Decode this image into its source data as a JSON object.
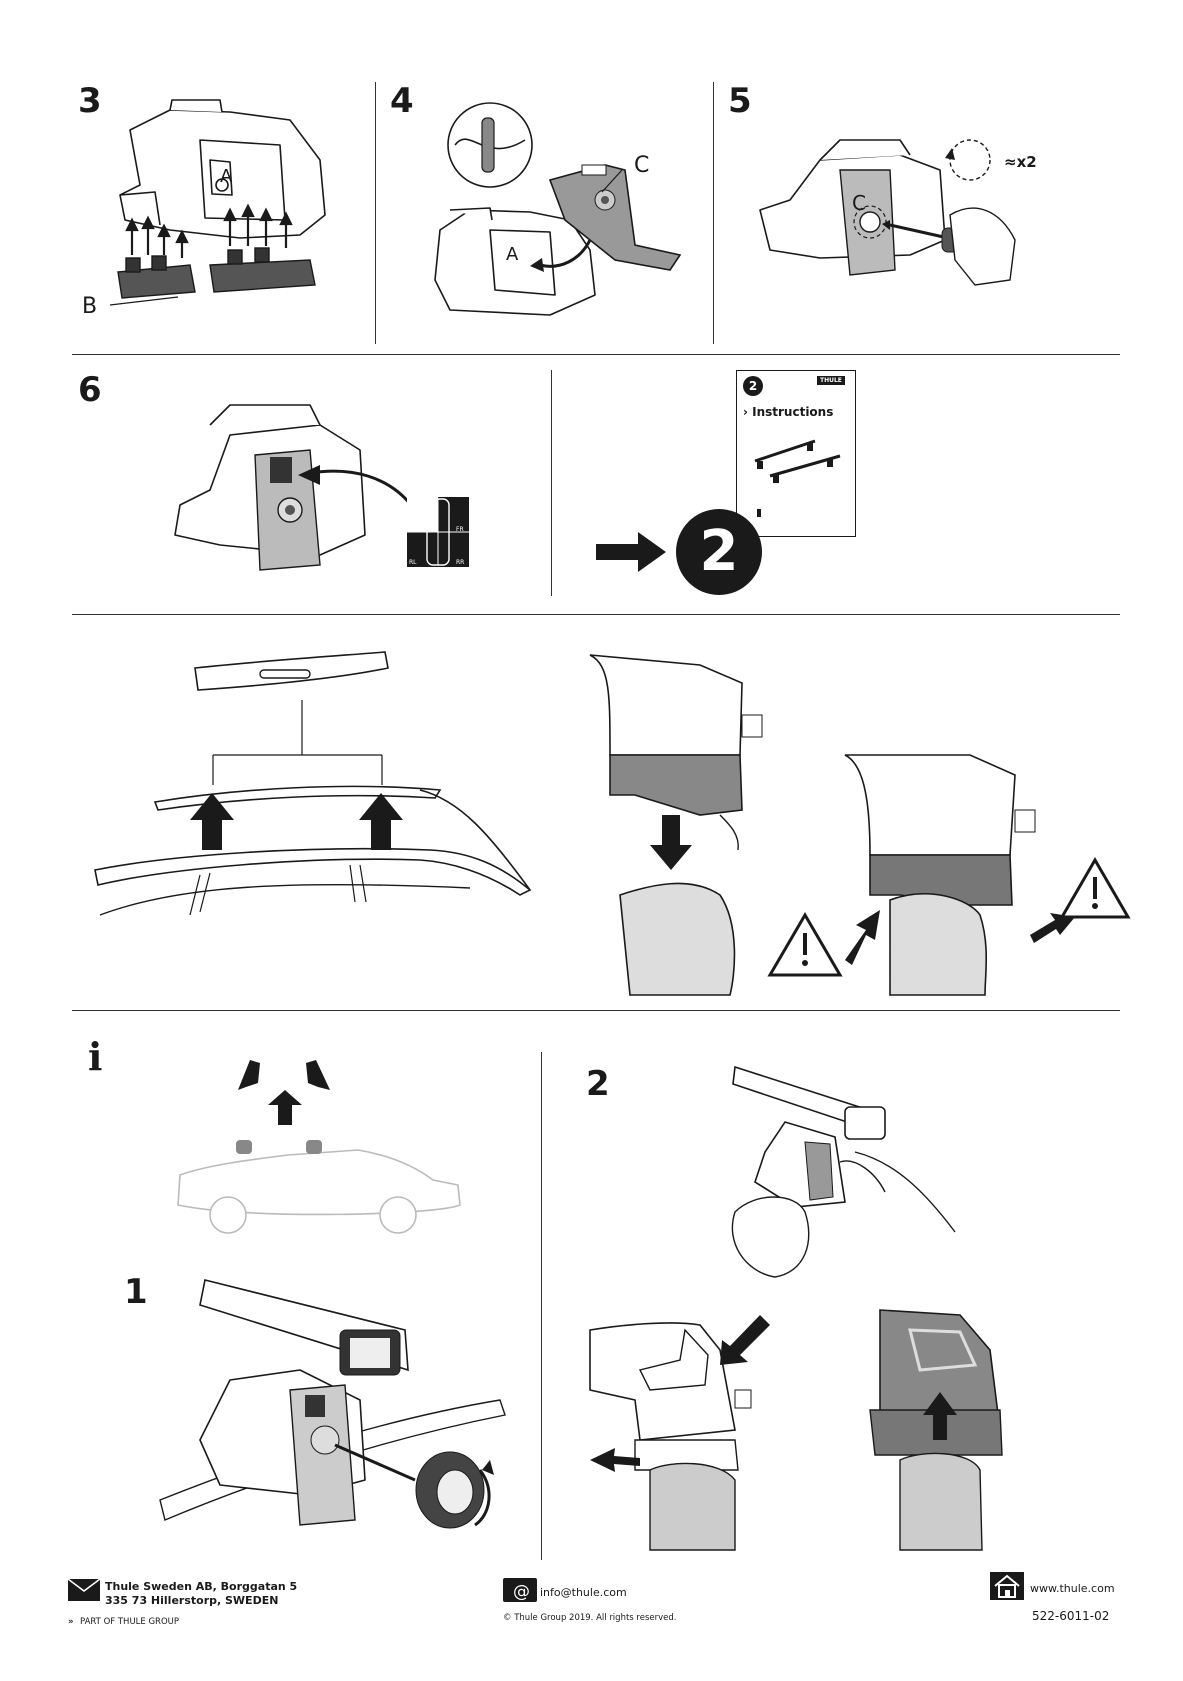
{
  "steps": {
    "s3": "3",
    "s4": "4",
    "s5": "5",
    "s6": "6",
    "s1": "1",
    "s2": "2",
    "info": "i"
  },
  "labels": {
    "b": "B",
    "c": "C",
    "x2": "≈x2",
    "fr": "FR",
    "rl": "RL",
    "rr": "RR"
  },
  "booklet": {
    "number": "2",
    "brand": "THULE",
    "title": "› Instructions",
    "big_number": "2"
  },
  "footer": {
    "address_line1": "Thule Sweden AB, Borggatan 5",
    "address_line2": "335 73 Hillerstorp, SWEDEN",
    "group": "PART OF THULE GROUP",
    "email": "info@thule.com",
    "copyright": "© Thule Group 2019. All rights reserved.",
    "website": "www.thule.com",
    "doc_number": "522-6011-02"
  }
}
